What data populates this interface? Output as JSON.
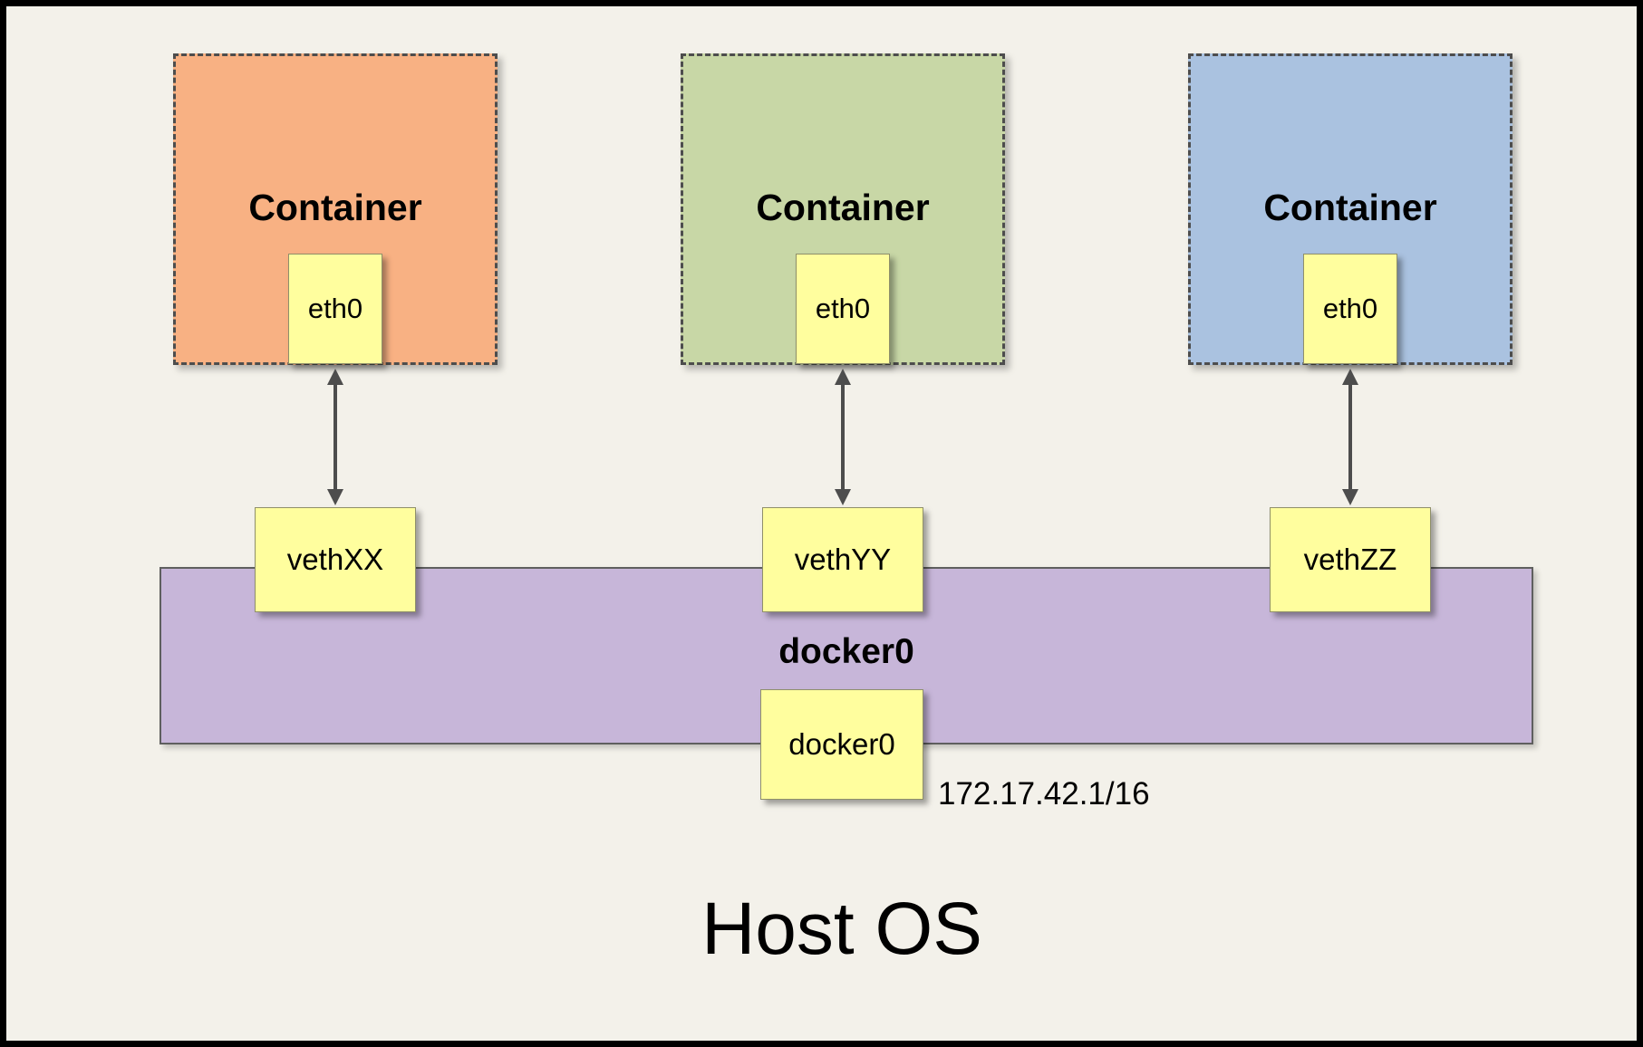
{
  "page": {
    "background": "#F3F1EA"
  },
  "containers": [
    {
      "title": "Container",
      "interface": "eth0",
      "veth": "vethXX",
      "color": "#F8B183"
    },
    {
      "title": "Container",
      "interface": "eth0",
      "veth": "vethYY",
      "color": "#C8D7A6"
    },
    {
      "title": "Container",
      "interface": "eth0",
      "veth": "vethZZ",
      "color": "#AAC2E0"
    }
  ],
  "bridge": {
    "title": "docker0",
    "interface_label": "docker0",
    "ip_address": "172.17.42.1/16",
    "color": "#C7B6D9"
  },
  "host": {
    "title": "Host OS"
  },
  "icons": {
    "arrow": "double-headed-vertical-arrow"
  }
}
